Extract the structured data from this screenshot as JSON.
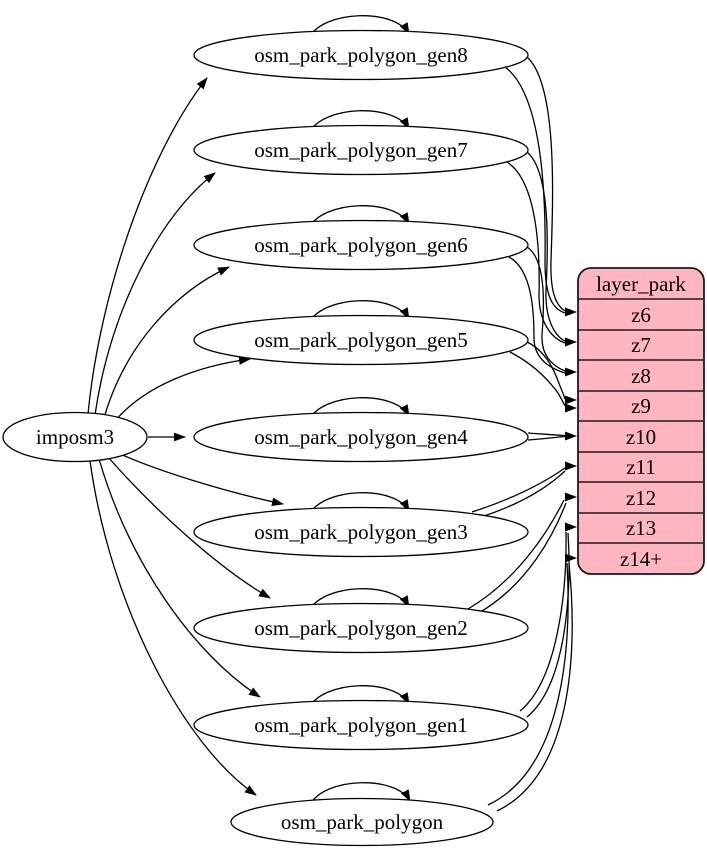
{
  "diagram": {
    "tool": {
      "label": "imposm3"
    },
    "tables": [
      {
        "label": "osm_park_polygon_gen8"
      },
      {
        "label": "osm_park_polygon_gen7"
      },
      {
        "label": "osm_park_polygon_gen6"
      },
      {
        "label": "osm_park_polygon_gen5"
      },
      {
        "label": "osm_park_polygon_gen4"
      },
      {
        "label": "osm_park_polygon_gen3"
      },
      {
        "label": "osm_park_polygon_gen2"
      },
      {
        "label": "osm_park_polygon_gen1"
      },
      {
        "label": "osm_park_polygon"
      }
    ],
    "layer": {
      "title": "layer_park",
      "rows": [
        "z6",
        "z7",
        "z8",
        "z9",
        "z10",
        "z11",
        "z12",
        "z13",
        "z14+"
      ]
    },
    "edges": {
      "from_tool_to": [
        "osm_park_polygon_gen8",
        "osm_park_polygon_gen7",
        "osm_park_polygon_gen6",
        "osm_park_polygon_gen5",
        "osm_park_polygon_gen4",
        "osm_park_polygon_gen3",
        "osm_park_polygon_gen2",
        "osm_park_polygon_gen1",
        "osm_park_polygon"
      ],
      "self_loops": [
        "osm_park_polygon_gen8",
        "osm_park_polygon_gen7",
        "osm_park_polygon_gen6",
        "osm_park_polygon_gen5",
        "osm_park_polygon_gen4",
        "osm_park_polygon_gen3",
        "osm_park_polygon_gen2",
        "osm_park_polygon_gen1",
        "osm_park_polygon"
      ],
      "table_to_layer_rows": [
        {
          "from": "osm_park_polygon_gen8",
          "to": "z6"
        },
        {
          "from": "osm_park_polygon_gen7",
          "to": "z7"
        },
        {
          "from": "osm_park_polygon_gen6",
          "to": "z8"
        },
        {
          "from": "osm_park_polygon_gen5",
          "to": "z9"
        },
        {
          "from": "osm_park_polygon_gen4",
          "to": "z10"
        },
        {
          "from": "osm_park_polygon_gen3",
          "to": "z11"
        },
        {
          "from": "osm_park_polygon_gen2",
          "to": "z12"
        },
        {
          "from": "osm_park_polygon_gen1",
          "to": "z13"
        },
        {
          "from": "osm_park_polygon",
          "to": "z14+"
        }
      ]
    },
    "colors": {
      "layer_fill": "#ffb6c1",
      "node_fill": "#ffffff",
      "edge_stroke": "#000000"
    }
  }
}
